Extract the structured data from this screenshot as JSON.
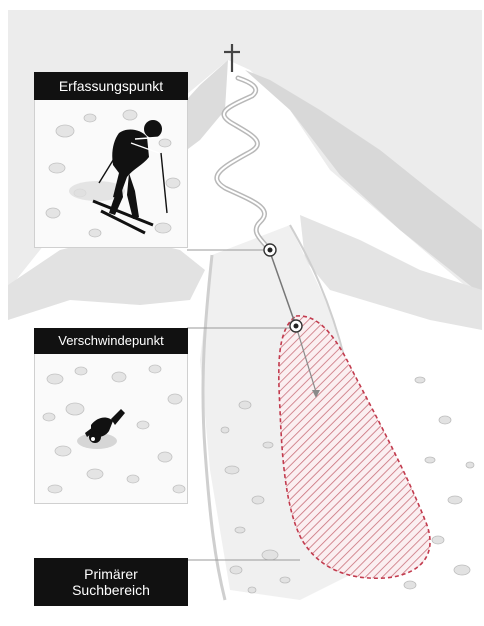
{
  "labels": {
    "erfassungspunkt": "Erfassungspunkt",
    "verschwindepunkt": "Verschwindepunkt",
    "primaerer_line1": "Primärer",
    "primaerer_line2": "Suchbereich"
  },
  "icons": {
    "summit": "summit-cross-icon",
    "skier": "skier-icon",
    "buried_person": "buried-person-icon"
  },
  "colors": {
    "search_area_hatch": "#c9707a",
    "search_area_border": "#c23a4d",
    "label_bg": "#111111",
    "label_text": "#ffffff",
    "mountain_light": "#e6e6e6",
    "mountain_mid": "#d3d3d3",
    "track": "#b8b8b8"
  }
}
